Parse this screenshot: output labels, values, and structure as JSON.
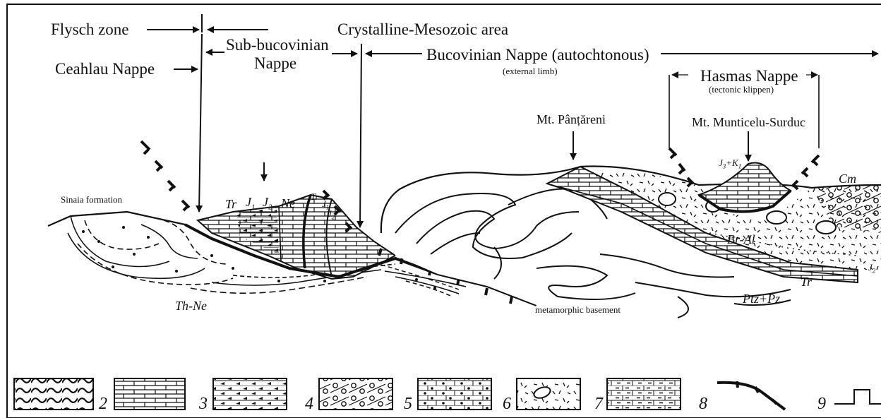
{
  "header": {
    "flysch_zone": "Flysch zone",
    "crystalline_mesozoic": "Crystalline-Mesozoic area",
    "sub_bucovinian_1": "Sub-bucovinian",
    "sub_bucovinian_2": "Nappe",
    "ceahlau": "Ceahlau Nappe",
    "bucovinian": "Bucovinian Nappe (autochtonous)",
    "external_limb": "(external limb)",
    "hasmas": "Hasmas Nappe",
    "tectonic_klippen": "(tectonic klippen)"
  },
  "peaks": {
    "pantareni": "Mt. Pânțăreni",
    "munticelu": "Mt. Munticelu-Surduc"
  },
  "units": {
    "sinaia": "Sinaia formation",
    "tr": "Tr",
    "j1": "J",
    "j1_sub": "1",
    "j2": "J",
    "j2_sub": "2",
    "ne": "Ne",
    "tr_small": "Tr",
    "j1_small": "J",
    "j1_small_sub": "1",
    "j2_small": "J",
    "j2_small_sub": "2",
    "th_ne": "Th-Ne",
    "j3k1_j": "J",
    "j3k1_3": "3",
    "j3k1_plus": "+K",
    "j3k1_1": "1",
    "cm": "Cm",
    "br_al": "Br-Al",
    "j2_right": "J",
    "j2_right_sub": "2",
    "tr_right": "Tr",
    "ptz_pz": "Ptz+Pz",
    "metamorphic_basement": "metamorphic basement"
  },
  "legend": {
    "n2": "2",
    "n3": "3",
    "n4": "4",
    "n5": "5",
    "n6": "6",
    "n7": "7",
    "n8": "8",
    "n9": "9"
  }
}
